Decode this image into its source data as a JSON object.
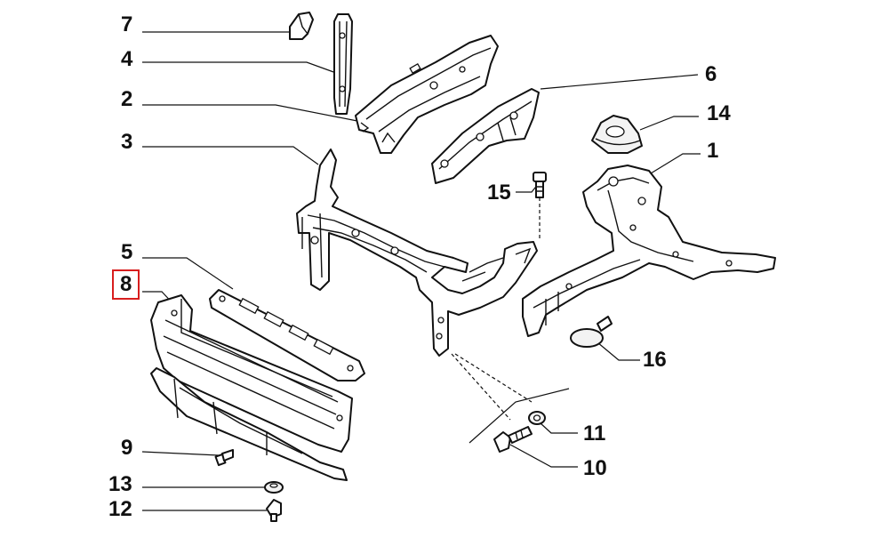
{
  "callouts": {
    "c1": "1",
    "c2": "2",
    "c3": "3",
    "c4": "4",
    "c5": "5",
    "c6": "6",
    "c7": "7",
    "c8": "8",
    "c9": "9",
    "c10": "10",
    "c11": "11",
    "c12": "12",
    "c13": "13",
    "c14": "14",
    "c15": "15",
    "c16": "16"
  },
  "highlight": {
    "callout": "8",
    "color": "#d81e1e"
  }
}
